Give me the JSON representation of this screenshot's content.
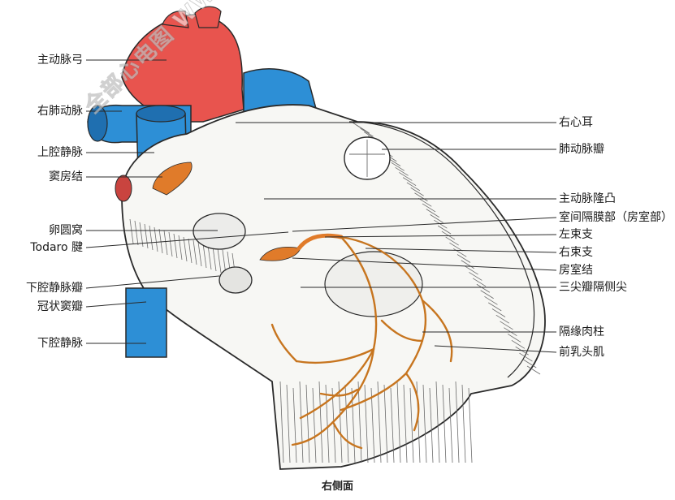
{
  "colors": {
    "aorta": "#e8544e",
    "vein": "#2d8fd6",
    "node": "#e07b2a",
    "conduction": "#c7751f",
    "tissue": "#f7f7f4",
    "outline": "#2a2a2a"
  },
  "watermark": "全部心电图 WWW.ECGlife.COM",
  "labels_left": [
    "主动脉弓",
    "右肺动脉",
    "上腔静脉",
    "窦房结",
    "卵圆窝",
    "Todaro 腱",
    "下腔静脉瓣",
    "冠状窦瓣",
    "下腔静脉"
  ],
  "labels_right": [
    "右心耳",
    "肺动脉瓣",
    "主动脉隆凸",
    "室间隔膜部（房室部）",
    "左束支",
    "右束支",
    "房室结",
    "三尖瓣隔侧尖",
    "隔缘肉柱",
    "前乳头肌"
  ],
  "caption": "右侧面"
}
